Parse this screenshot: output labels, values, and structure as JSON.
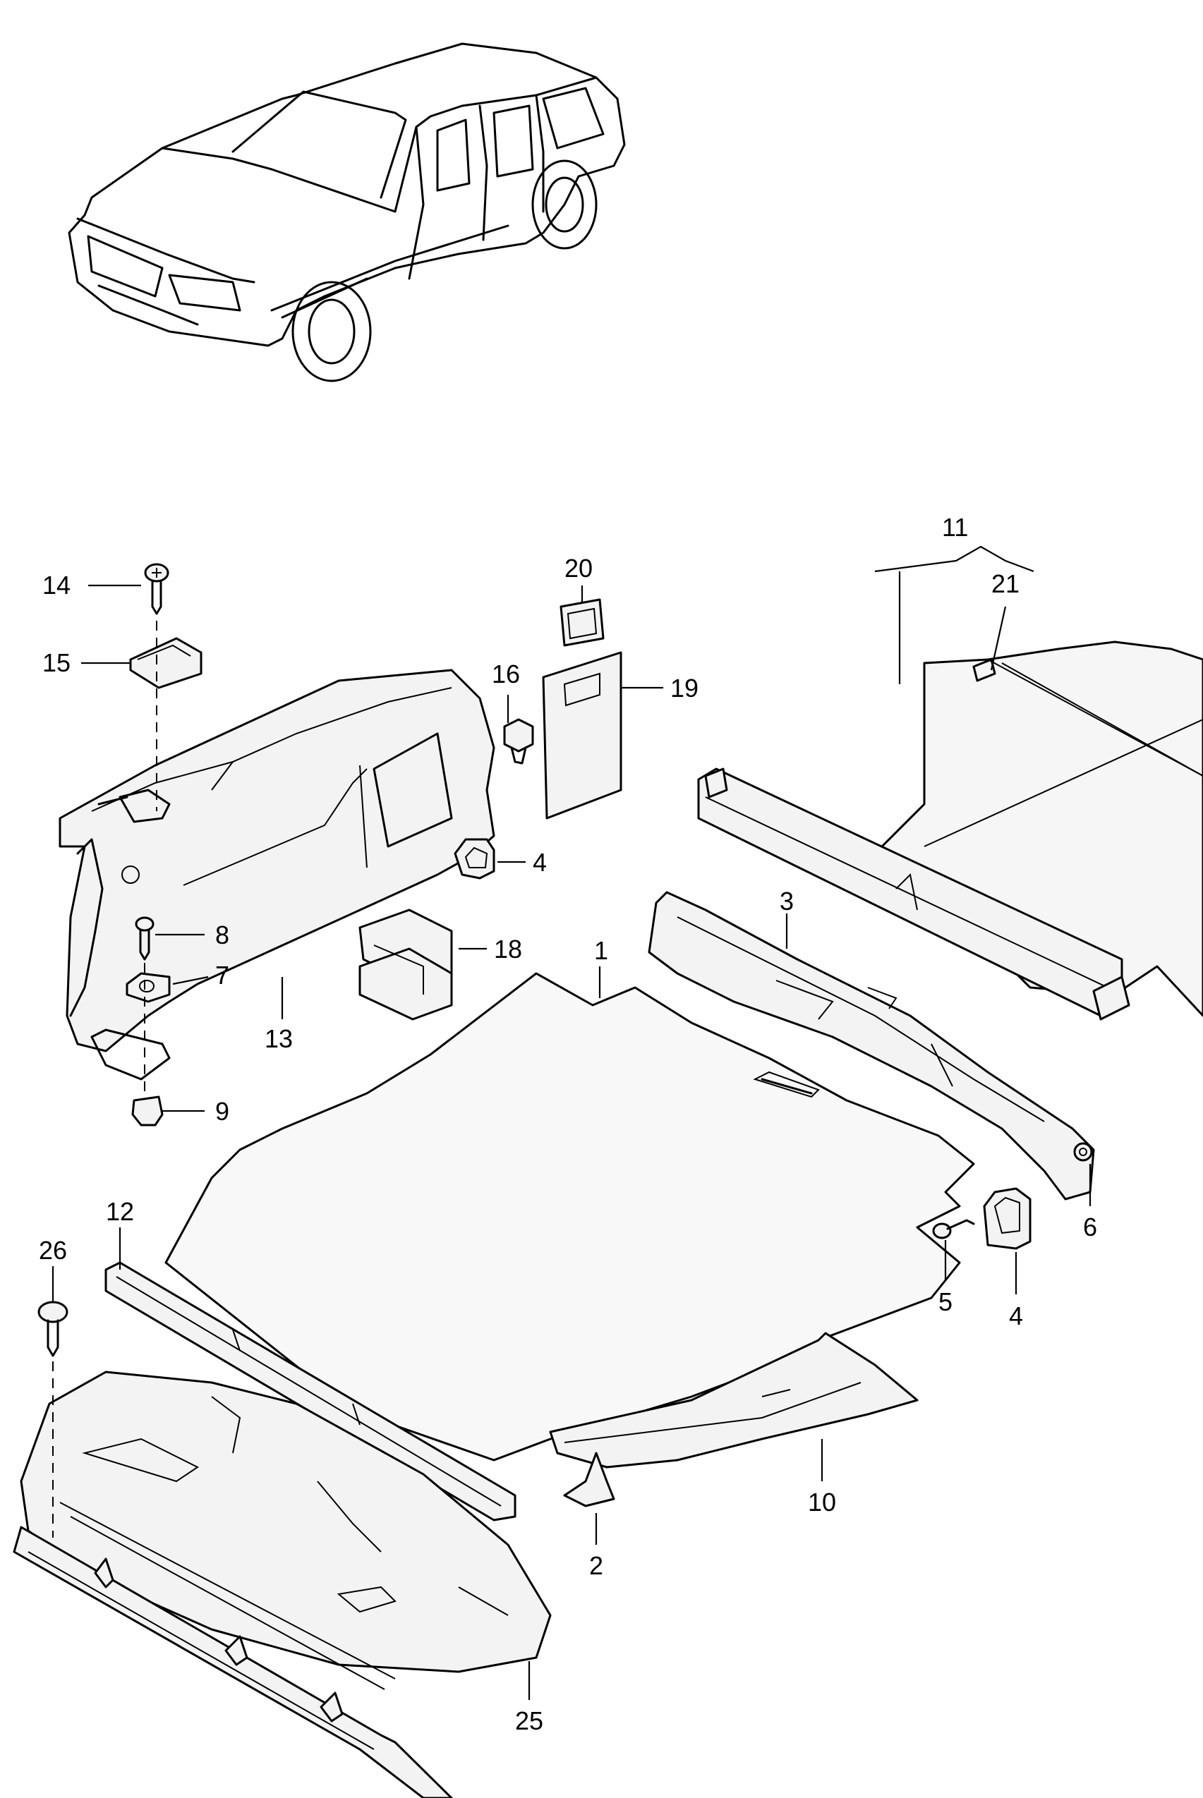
{
  "callouts": {
    "c1": "1",
    "c2": "2",
    "c3": "3",
    "c4a": "4",
    "c4b": "4",
    "c5": "5",
    "c6": "6",
    "c7": "7",
    "c8": "8",
    "c9": "9",
    "c10": "10",
    "c11": "11",
    "c12": "12",
    "c13": "13",
    "c14": "14",
    "c15": "15",
    "c16": "16",
    "c18": "18",
    "c19": "19",
    "c20": "20",
    "c21": "21",
    "c25": "25",
    "c26": "26"
  }
}
